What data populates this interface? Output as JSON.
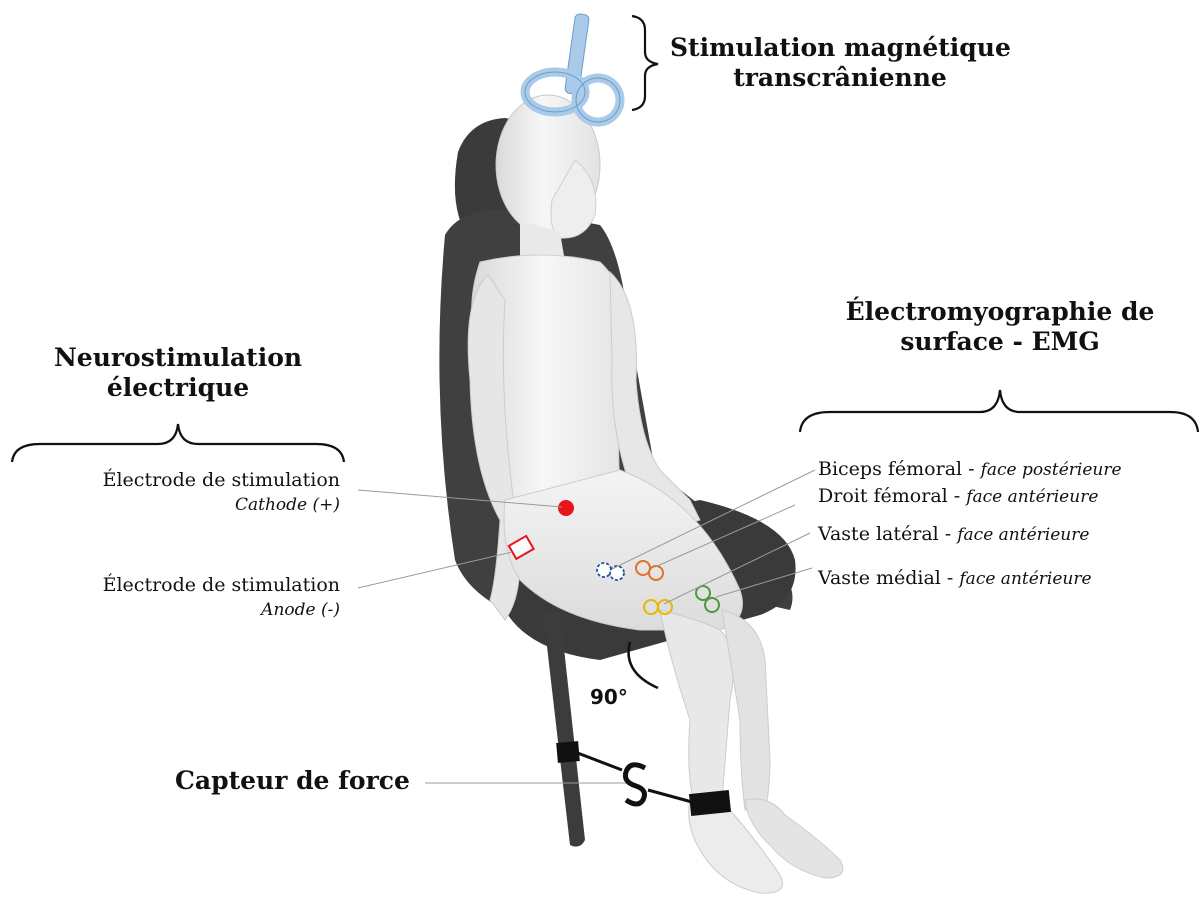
{
  "tms": {
    "title_line1": "Stimulation magnétique",
    "title_line2": "transcrânienne"
  },
  "neuro": {
    "title_line1": "Neurostimulation",
    "title_line2": "électrique",
    "cathode_label": "Électrode de stimulation",
    "cathode_sub": "Cathode (+)",
    "anode_label": "Électrode de stimulation",
    "anode_sub": "Anode (-)"
  },
  "emg": {
    "title_line1": "Électromyographie de",
    "title_line2": "surface - EMG",
    "muscles": [
      {
        "name": "Biceps fémoral",
        "face": "face postérieure",
        "color": "#1f4e9c"
      },
      {
        "name": "Droit fémoral",
        "face": "face antérieure",
        "color": "#e0702a"
      },
      {
        "name": "Vaste latéral",
        "face": "face antérieure",
        "color": "#e6b800"
      },
      {
        "name": "Vaste médial",
        "face": "face antérieure",
        "color": "#4d9a3a"
      }
    ]
  },
  "sep": " - ",
  "force_label": "Capteur de force",
  "angle_label": "90°",
  "colors": {
    "cathode": "#e8141b",
    "anode": "#e8141b",
    "coil": "#a9cbe9",
    "seat": "#3a3a3a"
  }
}
